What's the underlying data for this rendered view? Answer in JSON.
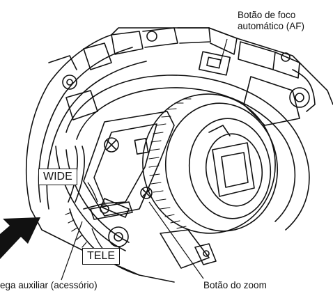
{
  "callouts": {
    "af_button_line1": "Botão de foco",
    "af_button_line2": "automático (AF)",
    "auxiliary_pin": "ega auxiliar (acessório)",
    "zoom_button": "Botão do zoom"
  },
  "directions": {
    "wide": "WIDE",
    "tele": "TELE"
  },
  "colors": {
    "line": "#111111",
    "background": "#ffffff"
  }
}
